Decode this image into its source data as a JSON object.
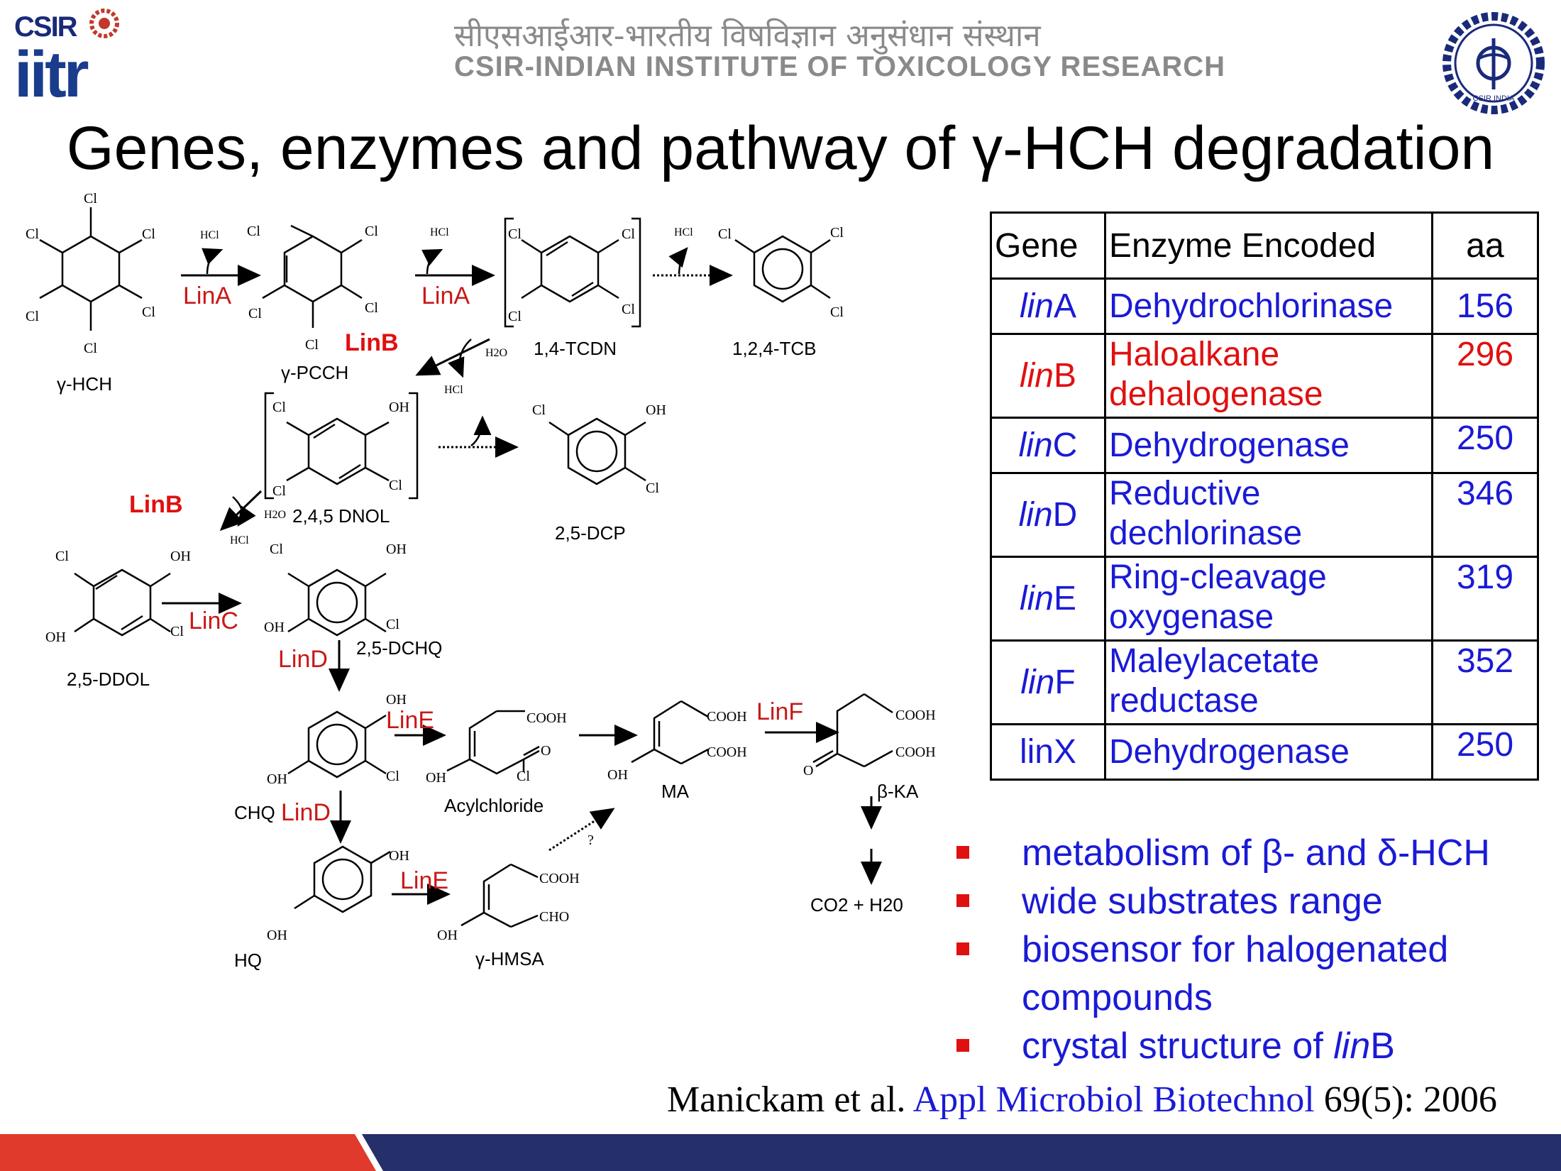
{
  "header": {
    "logo_left": {
      "csir": "CSIR",
      "iitr": "iitr"
    },
    "hindi": "सीएसआईआर-भारतीय विषविज्ञान अनुसंधान संस्थान",
    "english": "CSIR-INDIAN INSTITUTE OF TOXICOLOGY RESEARCH",
    "logo_right_text": "CSIR INDIA"
  },
  "title": "Genes, enzymes and pathway of γ-HCH degradation",
  "pathway": {
    "compounds": {
      "ghch": "γ-HCH",
      "gpcch": "γ-PCCH",
      "tcdn": "1,4-TCDN",
      "tcb": "1,2,4-TCB",
      "dnol": "2,4,5 DNOL",
      "dcp": "2,5-DCP",
      "ddol": "2,5-DDOL",
      "dchq": "2,5-DCHQ",
      "chq": "CHQ",
      "acyl": "Acylchloride",
      "ma": "MA",
      "bka": "β-KA",
      "hq": "HQ",
      "hmsa": "γ-HMSA",
      "end": "CO2 + H20"
    },
    "enzymes": {
      "lina1": "LinA",
      "lina2": "LinA",
      "linb1": "LinB",
      "linb2": "LinB",
      "linc": "LinC",
      "lind1": "LinD",
      "lind2": "LinD",
      "line1": "LinE",
      "line2": "LinE",
      "linf": "LinF"
    },
    "atoms": {
      "cl": "Cl",
      "oh": "OH",
      "hcl": "HCl",
      "h2o": "H2O",
      "cooh": "COOH",
      "cho": "CHO",
      "o": "O",
      "q": "?"
    }
  },
  "table": {
    "headers": [
      "Gene",
      "Enzyme Encoded",
      "aa"
    ],
    "rows": [
      {
        "gene_it": "lin",
        "gene_end": "A",
        "enzyme": "Dehydrochlorinase",
        "aa": "156"
      },
      {
        "gene_it": "lin",
        "gene_end": "B",
        "enzyme": "Haloalkane dehalogenase",
        "aa": "296"
      },
      {
        "gene_it": "lin",
        "gene_end": "C",
        "enzyme": "Dehydrogenase",
        "aa": "250"
      },
      {
        "gene_it": "lin",
        "gene_end": "D",
        "enzyme": "Reductive dechlorinase",
        "aa": "346"
      },
      {
        "gene_it": "lin",
        "gene_end": "E",
        "enzyme": "Ring-cleavage oxygenase",
        "aa": "319"
      },
      {
        "gene_it": "lin",
        "gene_end": "F",
        "enzyme": "Maleylacetate reductase",
        "aa": "352"
      },
      {
        "gene_it": "",
        "gene_end": "linX",
        "enzyme": "Dehydrogenase",
        "aa": "250"
      }
    ]
  },
  "bullets": [
    "metabolism of  β- and δ-HCH",
    "wide substrates range",
    "biosensor for halogenated compounds",
    "crystal structure of "
  ],
  "bullet_tail": {
    "it": "lin",
    "end": "B"
  },
  "citation": {
    "authors": "Manickam et al.",
    "journal": "Appl Microbiol Biotechnol",
    "issue": "69(5): 2006"
  },
  "colors": {
    "enzyme_red": "#e01010",
    "text_blue": "#1a1ad6",
    "footer_red": "#e03a2c",
    "footer_navy": "#25306a",
    "grey": "#8a8a8a"
  }
}
